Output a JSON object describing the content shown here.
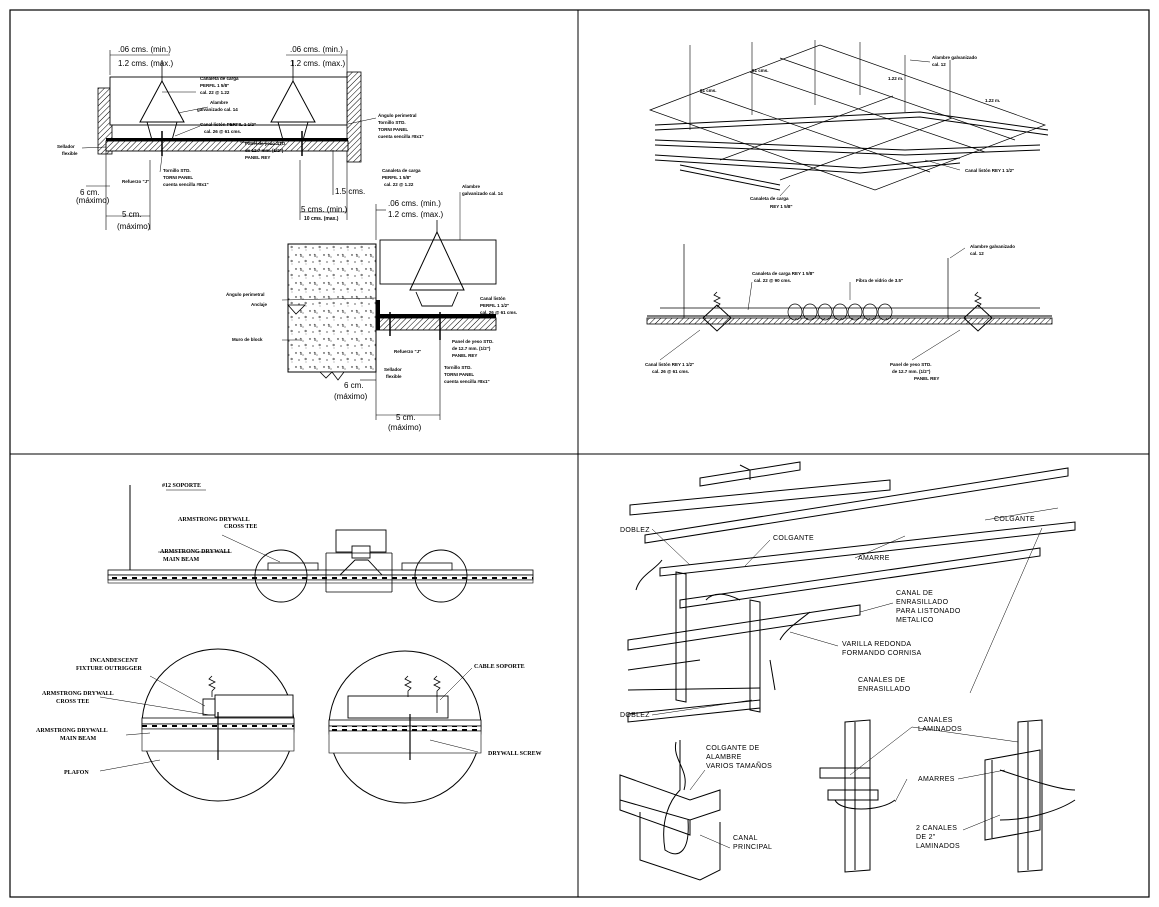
{
  "q1": {
    "dim_top_left_a": ".06 cms. (min.)",
    "dim_top_left_b": "1.2 cms. (max.)",
    "dim_top_right_a": ".06 cms. (min.)",
    "dim_top_right_b": "1.2 cms. (max.)",
    "note_canaleta_a": "Canaleta de carga",
    "note_canaleta_b": "PERFIL 1 5/8\"",
    "note_canaleta_c": "cal. 22 @ 1.22",
    "note_alambre_a": "Alambre",
    "note_alambre_b": "galvanizado cal. 14",
    "note_canal_a": "Canal listón PERFIL 1 1/2\"",
    "note_canal_b": "cal. 26 @ 61 cms.",
    "note_angulo_a": "Ángulo perimetral",
    "note_angulo_b": "Tornillo STD.",
    "note_angulo_c": "TORNI PANEL",
    "note_angulo_d": "cuenta sencilla #8x1\"",
    "note_panel_a": "Panel de yeso STD.",
    "note_panel_b": "de 12.7 mm. (1/2\")",
    "note_panel_c": "PANEL REY",
    "note_sellador_a": "Sellador",
    "note_sellador_b": "flexible",
    "note_tornillo_a": "Tornillo STD.",
    "note_tornillo_b": "TORNI PANEL",
    "note_tornillo_c": "cuenta sencilla #8x1\"",
    "note_refuerzo": "Refuerzo \"J\"",
    "dim_6cm": "6 cm.",
    "dim_maximo": "(máximo)",
    "dim_5cm": "5 cm.",
    "dim_maximo2": "(máximo)",
    "dim_15cm": "1.5 cms.",
    "dim_5min": "5 cms. (min.)",
    "dim_10max": "10 cms. (max.)",
    "d2_canaleta_a": "Canaleta de carga",
    "d2_canaleta_b": "PERFIL 1 5/8\"",
    "d2_canaleta_c": "cal. 22 @ 1.22",
    "d2_alambre_a": "Alambre",
    "d2_alambre_b": "galvanizado cal. 14",
    "d2_dim_a": ".06 cms. (min.)",
    "d2_dim_b": "1.2 cms. (max.)",
    "d2_angulo": "Ángulo perimetral",
    "d2_anclaje": "Anclaje",
    "d2_muro": "Muro de block",
    "d2_canal_a": "Canal listón",
    "d2_canal_b": "PERFIL 1 1/2\"",
    "d2_canal_c": "cal. 26 @ 61 cms.",
    "d2_panel_a": "Panel de yeso STD.",
    "d2_panel_b": "de 12.7 mm. (1/2\")",
    "d2_panel_c": "PANEL REY",
    "d2_refuerzo": "Refuerzo \"J\"",
    "d2_sellador_a": "Sellador",
    "d2_sellador_b": "flexible",
    "d2_tornillo_a": "Tornillo STD.",
    "d2_tornillo_b": "TORNI PANEL",
    "d2_tornillo_c": "cuenta sencilla #8x1\"",
    "d2_6cm": "6 cm.",
    "d2_maximo": "(máximo)",
    "d2_5cm": "5 cm.",
    "d2_maximo2": "(máximo)"
  },
  "q2": {
    "alambre_a": "Alambre galvanizado",
    "alambre_b": "cal. 12",
    "dim_122": "1.22 m.",
    "dim_61a": "61 cms.",
    "dim_61b": "61 cms.",
    "dim_122b": "1.22 m.",
    "canal_liston": "Canal listón REY 1 1/2\"",
    "canaleta_a": "Canaleta de carga",
    "canaleta_b": "REY 1 5/8\"",
    "s_alambre_a": "Alambre galvanizado",
    "s_alambre_b": "cal. 12",
    "s_canaleta_a": "Canaleta de carga REY 1 5/8\"",
    "s_canaleta_b": "cal. 22 @ 90 cms.",
    "s_fibra": "Fibra de vidrio de 3.5\"",
    "s_canal_a": "Canal listón REY 1 1/2\"",
    "s_canal_b": "cal. 26 @ 61 cms.",
    "s_panel_a": "Panel de yeso STD.",
    "s_panel_b": "de 12.7 mm. (1/2\")",
    "s_panel_c": "PANEL REY"
  },
  "q3": {
    "soporte": "#12 SOPORTE",
    "cross_tee_a": "ARMSTRONG DRYWALL",
    "cross_tee_b": "CROSS TEE",
    "main_beam_a": "ARMSTRONG DRYWALL",
    "main_beam_b": "MAIN BEAM",
    "incand_a": "INCANDESCENT",
    "incand_b": "FIXTURE OUTRIGGER",
    "d_cross_a": "ARMSTRONG DRYWALL",
    "d_cross_b": "CROSS TEE",
    "d_main_a": "ARMSTRONG DRYWALL",
    "d_main_b": "MAIN BEAM",
    "plafon": "PLAFON",
    "cable": "CABLE SOPORTE",
    "screw": "DRYWALL SCREW"
  },
  "q4": {
    "doblez_top": "DOBLEZ",
    "colgante_mid": "COLGANTE",
    "colgante_right": "COLGANTE",
    "amarre": "AMARRE",
    "canal_a": "CANAL DE",
    "canal_b": "ENRASILLADO",
    "canal_c": "PARA LISTONADO",
    "canal_d": "METALICO",
    "varilla_a": "VARILLA REDONDA",
    "varilla_b": "FORMANDO CORNISA",
    "canales_a": "CANALES DE",
    "canales_b": "ENRASILLADO",
    "doblez_bottom": "DOBLEZ",
    "colg_alambre_a": "COLGANTE DE",
    "colg_alambre_b": "ALAMBRE",
    "colg_alambre_c": "VARIOS TAMAÑOS",
    "canal_principal_a": "CANAL",
    "canal_principal_b": "PRINCIPAL",
    "laminados_a": "CANALES",
    "laminados_b": "LAMINADOS",
    "amarres": "AMARRES",
    "dos_canales_a": "2 CANALES",
    "dos_canales_b": "DE 2\"",
    "dos_canales_c": "LAMINADOS"
  }
}
